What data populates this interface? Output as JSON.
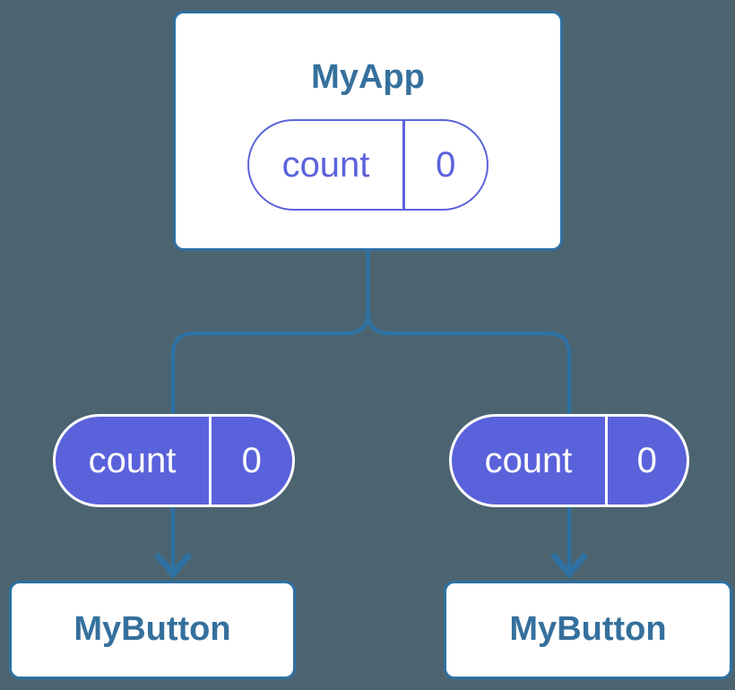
{
  "diagram": {
    "description": "component tree with state passed down as props",
    "root": {
      "title": "MyApp",
      "state": {
        "name": "count",
        "value": "0"
      }
    },
    "children": [
      {
        "title": "MyButton",
        "prop": {
          "name": "count",
          "value": "0"
        }
      },
      {
        "title": "MyButton",
        "prop": {
          "name": "count",
          "value": "0"
        }
      }
    ]
  },
  "colors": {
    "background": "#4C6470",
    "connector_blue": "#2E71A2",
    "card_border_blue": "#2E71A2",
    "card_text_blue": "#35709D",
    "pill_purple_fill": "#5A62DB",
    "pill_purple_outline": "#5B63DC",
    "card_fill": "#FFFFFF",
    "pill_text_white": "#FFFFFF"
  }
}
